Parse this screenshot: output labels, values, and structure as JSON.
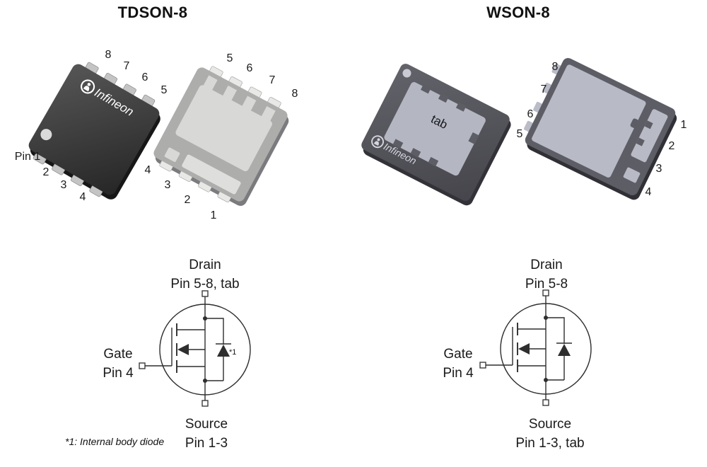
{
  "titles": {
    "left": "TDSON-8",
    "right": "WSON-8"
  },
  "brand": {
    "name": "Infineon"
  },
  "packages": {
    "tdson_top_view": {
      "pins_top": [
        "8",
        "7",
        "6",
        "5"
      ],
      "pins_bottom": [
        "Pin 1",
        "2",
        "3",
        "4"
      ]
    },
    "tdson_bottom_view": {
      "pins_top": [
        "5",
        "6",
        "7",
        "8"
      ],
      "pins_bottom": [
        "4",
        "3",
        "2",
        "1"
      ]
    },
    "wson_top_view": {
      "tab_label": "tab"
    },
    "wson_bottom_view": {
      "pins_left": [
        "8",
        "7",
        "6",
        "5"
      ],
      "pins_right": [
        "1",
        "2",
        "3",
        "4"
      ]
    }
  },
  "symbols": {
    "left": {
      "drain_label": "Drain",
      "drain_pins": "Pin 5-8, tab",
      "gate_label": "Gate",
      "gate_pins": "Pin 4",
      "source_label": "Source",
      "source_pins": "Pin 1-3",
      "diode_note": "*1"
    },
    "right": {
      "drain_label": "Drain",
      "drain_pins": "Pin 5-8",
      "gate_label": "Gate",
      "gate_pins": "Pin 4",
      "source_label": "Source",
      "source_pins": "Pin 1-3, tab",
      "diode_note": ""
    }
  },
  "footnote": "*1: Internal body diode",
  "colors": {
    "line": "#2e2e2e",
    "text": "#1a1a1a",
    "tdson_pin": "#c4c4c4",
    "tdson_pad": "#d8d8d6",
    "silver_body": "#adadab",
    "wson_face": "#b8bac6",
    "wson_body": "#5d5d65",
    "logo_light": "#ffffff",
    "logo_wson": "#d5d6e0"
  }
}
